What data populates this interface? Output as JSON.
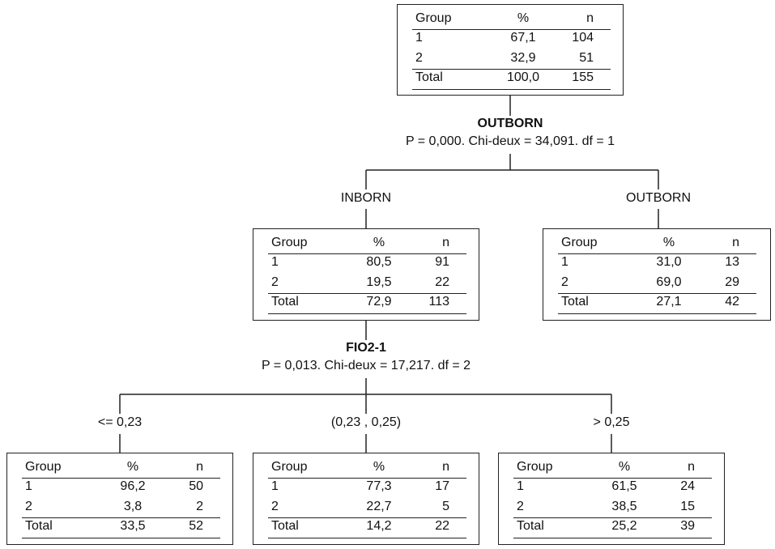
{
  "headers": [
    "Group",
    "%",
    "n"
  ],
  "nodes": [
    {
      "rows": [
        [
          "1",
          "67,1",
          "104"
        ],
        [
          "2",
          "32,9",
          "51"
        ]
      ],
      "total": [
        "Total",
        "100,0",
        "155"
      ]
    },
    {
      "branch": "INBORN",
      "rows": [
        [
          "1",
          "80,5",
          "91"
        ],
        [
          "2",
          "19,5",
          "22"
        ]
      ],
      "total": [
        "Total",
        "72,9",
        "113"
      ]
    },
    {
      "branch": "OUTBORN",
      "rows": [
        [
          "1",
          "31,0",
          "13"
        ],
        [
          "2",
          "69,0",
          "29"
        ]
      ],
      "total": [
        "Total",
        "27,1",
        "42"
      ]
    },
    {
      "branch": "<= 0,23",
      "rows": [
        [
          "1",
          "96,2",
          "50"
        ],
        [
          "2",
          "3,8",
          "2"
        ]
      ],
      "total": [
        "Total",
        "33,5",
        "52"
      ]
    },
    {
      "branch": "(0,23 , 0,25)",
      "rows": [
        [
          "1",
          "77,3",
          "17"
        ],
        [
          "2",
          "22,7",
          "5"
        ]
      ],
      "total": [
        "Total",
        "14,2",
        "22"
      ]
    },
    {
      "branch": "> 0,25",
      "rows": [
        [
          "1",
          "61,5",
          "24"
        ],
        [
          "2",
          "38,5",
          "15"
        ]
      ],
      "total": [
        "Total",
        "25,2",
        "39"
      ]
    }
  ],
  "splits": [
    {
      "variable": "OUTBORN",
      "stats": "P = 0,000. Chi-deux = 34,091. df = 1"
    },
    {
      "variable": "FIO2-1",
      "stats": "P = 0,013. Chi-deux = 17,217. df = 2"
    }
  ]
}
